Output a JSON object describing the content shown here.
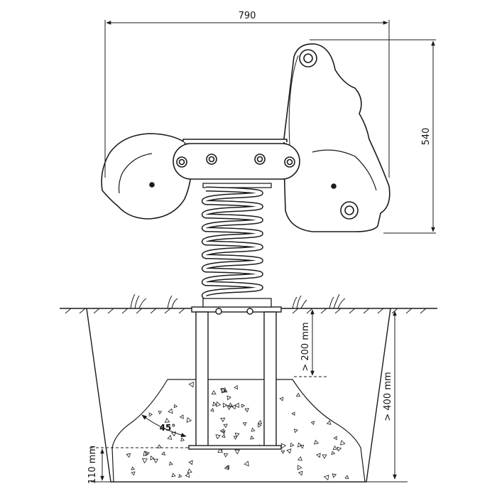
{
  "dimensions": {
    "total_width": "790",
    "total_height": "540",
    "min_cover_depth": "> 200 mm",
    "min_foundation_depth": "> 400 mm",
    "base_thickness": "110 mm",
    "slope_angle": "45°"
  },
  "colors": {
    "line": "#1a1a1a",
    "background": "#ffffff"
  }
}
